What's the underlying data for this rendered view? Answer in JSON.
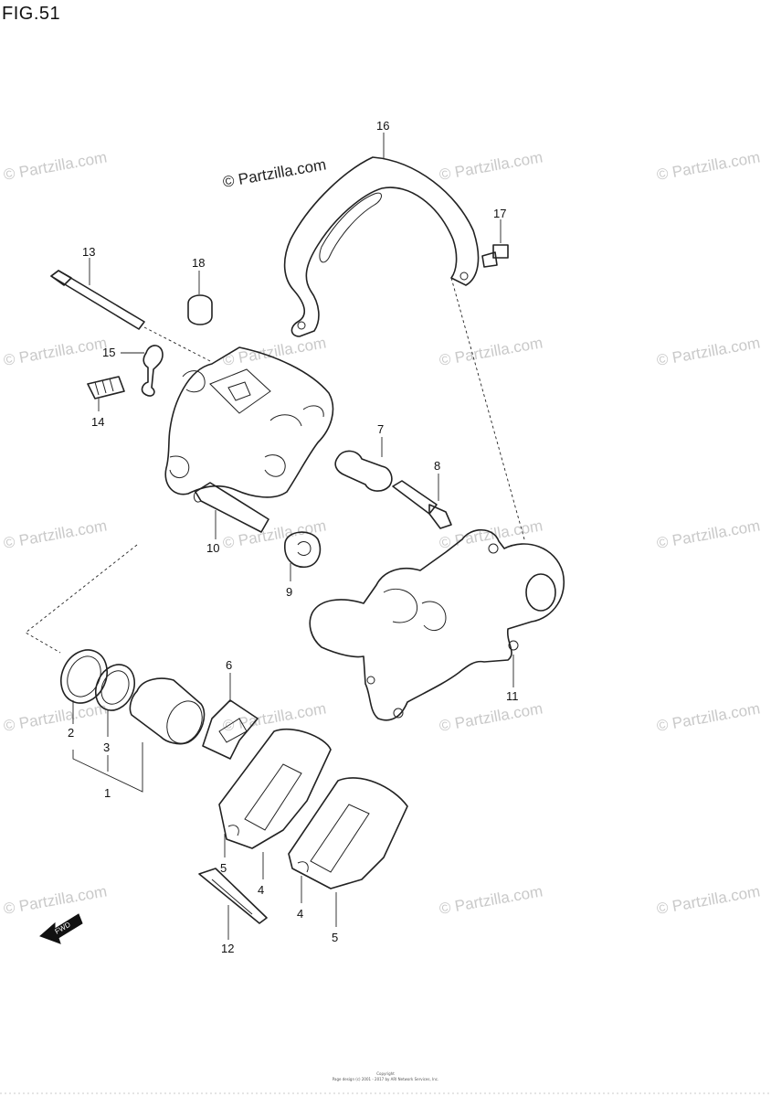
{
  "figure": {
    "title": "FIG.51"
  },
  "watermark": {
    "main": "© Partzilla.com",
    "repeat": "© Partzilla.com"
  },
  "fwd_label": "FWD",
  "callouts": [
    "1",
    "2",
    "3",
    "4",
    "4",
    "5",
    "5",
    "6",
    "7",
    "8",
    "9",
    "10",
    "11",
    "12",
    "13",
    "14",
    "15",
    "16",
    "17",
    "18"
  ],
  "footer": {
    "line1": "Copyright",
    "line2": "Page design (c) 2001 - 2017 by ARI Network Services, Inc."
  }
}
